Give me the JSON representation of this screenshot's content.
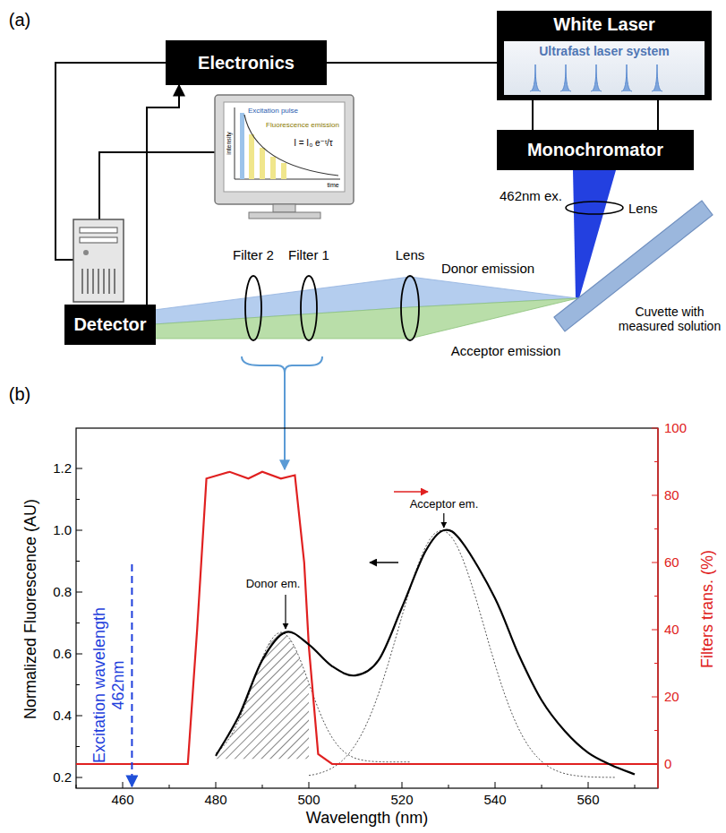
{
  "diagram": {
    "nodes": [
      {
        "text": [
          "Electronics"
        ]
      },
      {
        "text": [
          "White Laser"
        ]
      },
      {
        "text": [
          "Ultrafast laser system"
        ],
        "in": 1
      },
      {
        "text": [
          "Monochromator"
        ]
      },
      {
        "text": [
          "Detector"
        ]
      }
    ],
    "edges": [
      {
        "from": 4,
        "to": 0,
        "arrow": "to"
      },
      {
        "from": 0,
        "to": 1,
        "arrow": "none"
      },
      {
        "from": 1,
        "to": 3,
        "arrow": "none"
      }
    ],
    "labels": [
      "(a)",
      "462nm ex.",
      "Lens",
      "Filter 2",
      "Filter 1",
      "Lens",
      "Donor emission",
      "Acceptor emission",
      "Cuvette with measured solution",
      "Excitation pulse",
      "Fluorescence emission",
      "I = I₀ e⁻ᵗ/τ",
      "intensity",
      "time",
      "(b)",
      "Excitation wavelength 462nm",
      "Donor em.",
      "Acceptor em.",
      "Normalized Fluorescence (AU)",
      "Filters trans. (%)",
      "Wavelength (nm)",
      "0.2",
      "0.4",
      "0.6",
      "0.8",
      "1.0",
      "1.2",
      "0",
      "20",
      "40",
      "60",
      "80",
      "100",
      "460",
      "480",
      "500",
      "520",
      "540",
      "560"
    ]
  }
}
